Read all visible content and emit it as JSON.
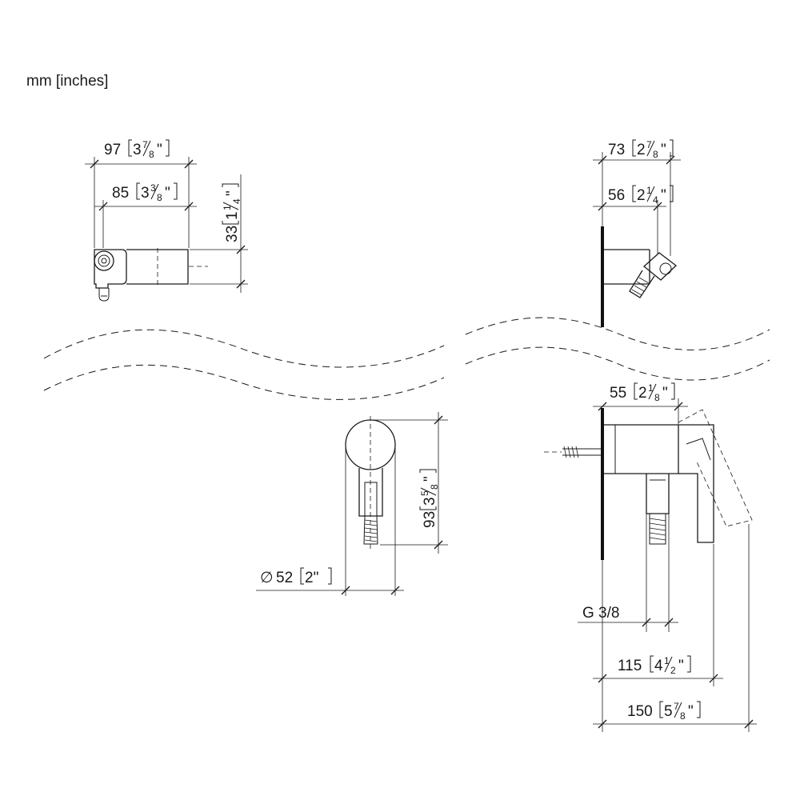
{
  "units_label": "mm [inches]",
  "dimensions": {
    "top_width_overall": {
      "mm": "97",
      "inch_whole": "3",
      "inch_num": "7",
      "inch_den": "8"
    },
    "top_width_inner": {
      "mm": "85",
      "inch_whole": "3",
      "inch_num": "3",
      "inch_den": "8"
    },
    "top_height": {
      "mm": "33",
      "inch_whole": "1",
      "inch_num": "1",
      "inch_den": "4"
    },
    "side_top_overall": {
      "mm": "73",
      "inch_whole": "2",
      "inch_num": "7",
      "inch_den": "8"
    },
    "side_top_inner": {
      "mm": "56",
      "inch_whole": "2",
      "inch_num": "1",
      "inch_den": "4"
    },
    "side_bottom_depth": {
      "mm": "55",
      "inch_whole": "2",
      "inch_num": "1",
      "inch_den": "8"
    },
    "front_height": {
      "mm": "93",
      "inch_whole": "3",
      "inch_num": "5",
      "inch_den": "8"
    },
    "front_diameter": {
      "symbol": "∅",
      "mm": "52",
      "inch": "2\""
    },
    "thread": "G 3/8",
    "depth_lever": {
      "mm": "115",
      "inch_whole": "4",
      "inch_num": "1",
      "inch_den": "2"
    },
    "depth_overall": {
      "mm": "150",
      "inch_whole": "5",
      "inch_num": "7",
      "inch_den": "8"
    }
  },
  "inch_mark": "\""
}
